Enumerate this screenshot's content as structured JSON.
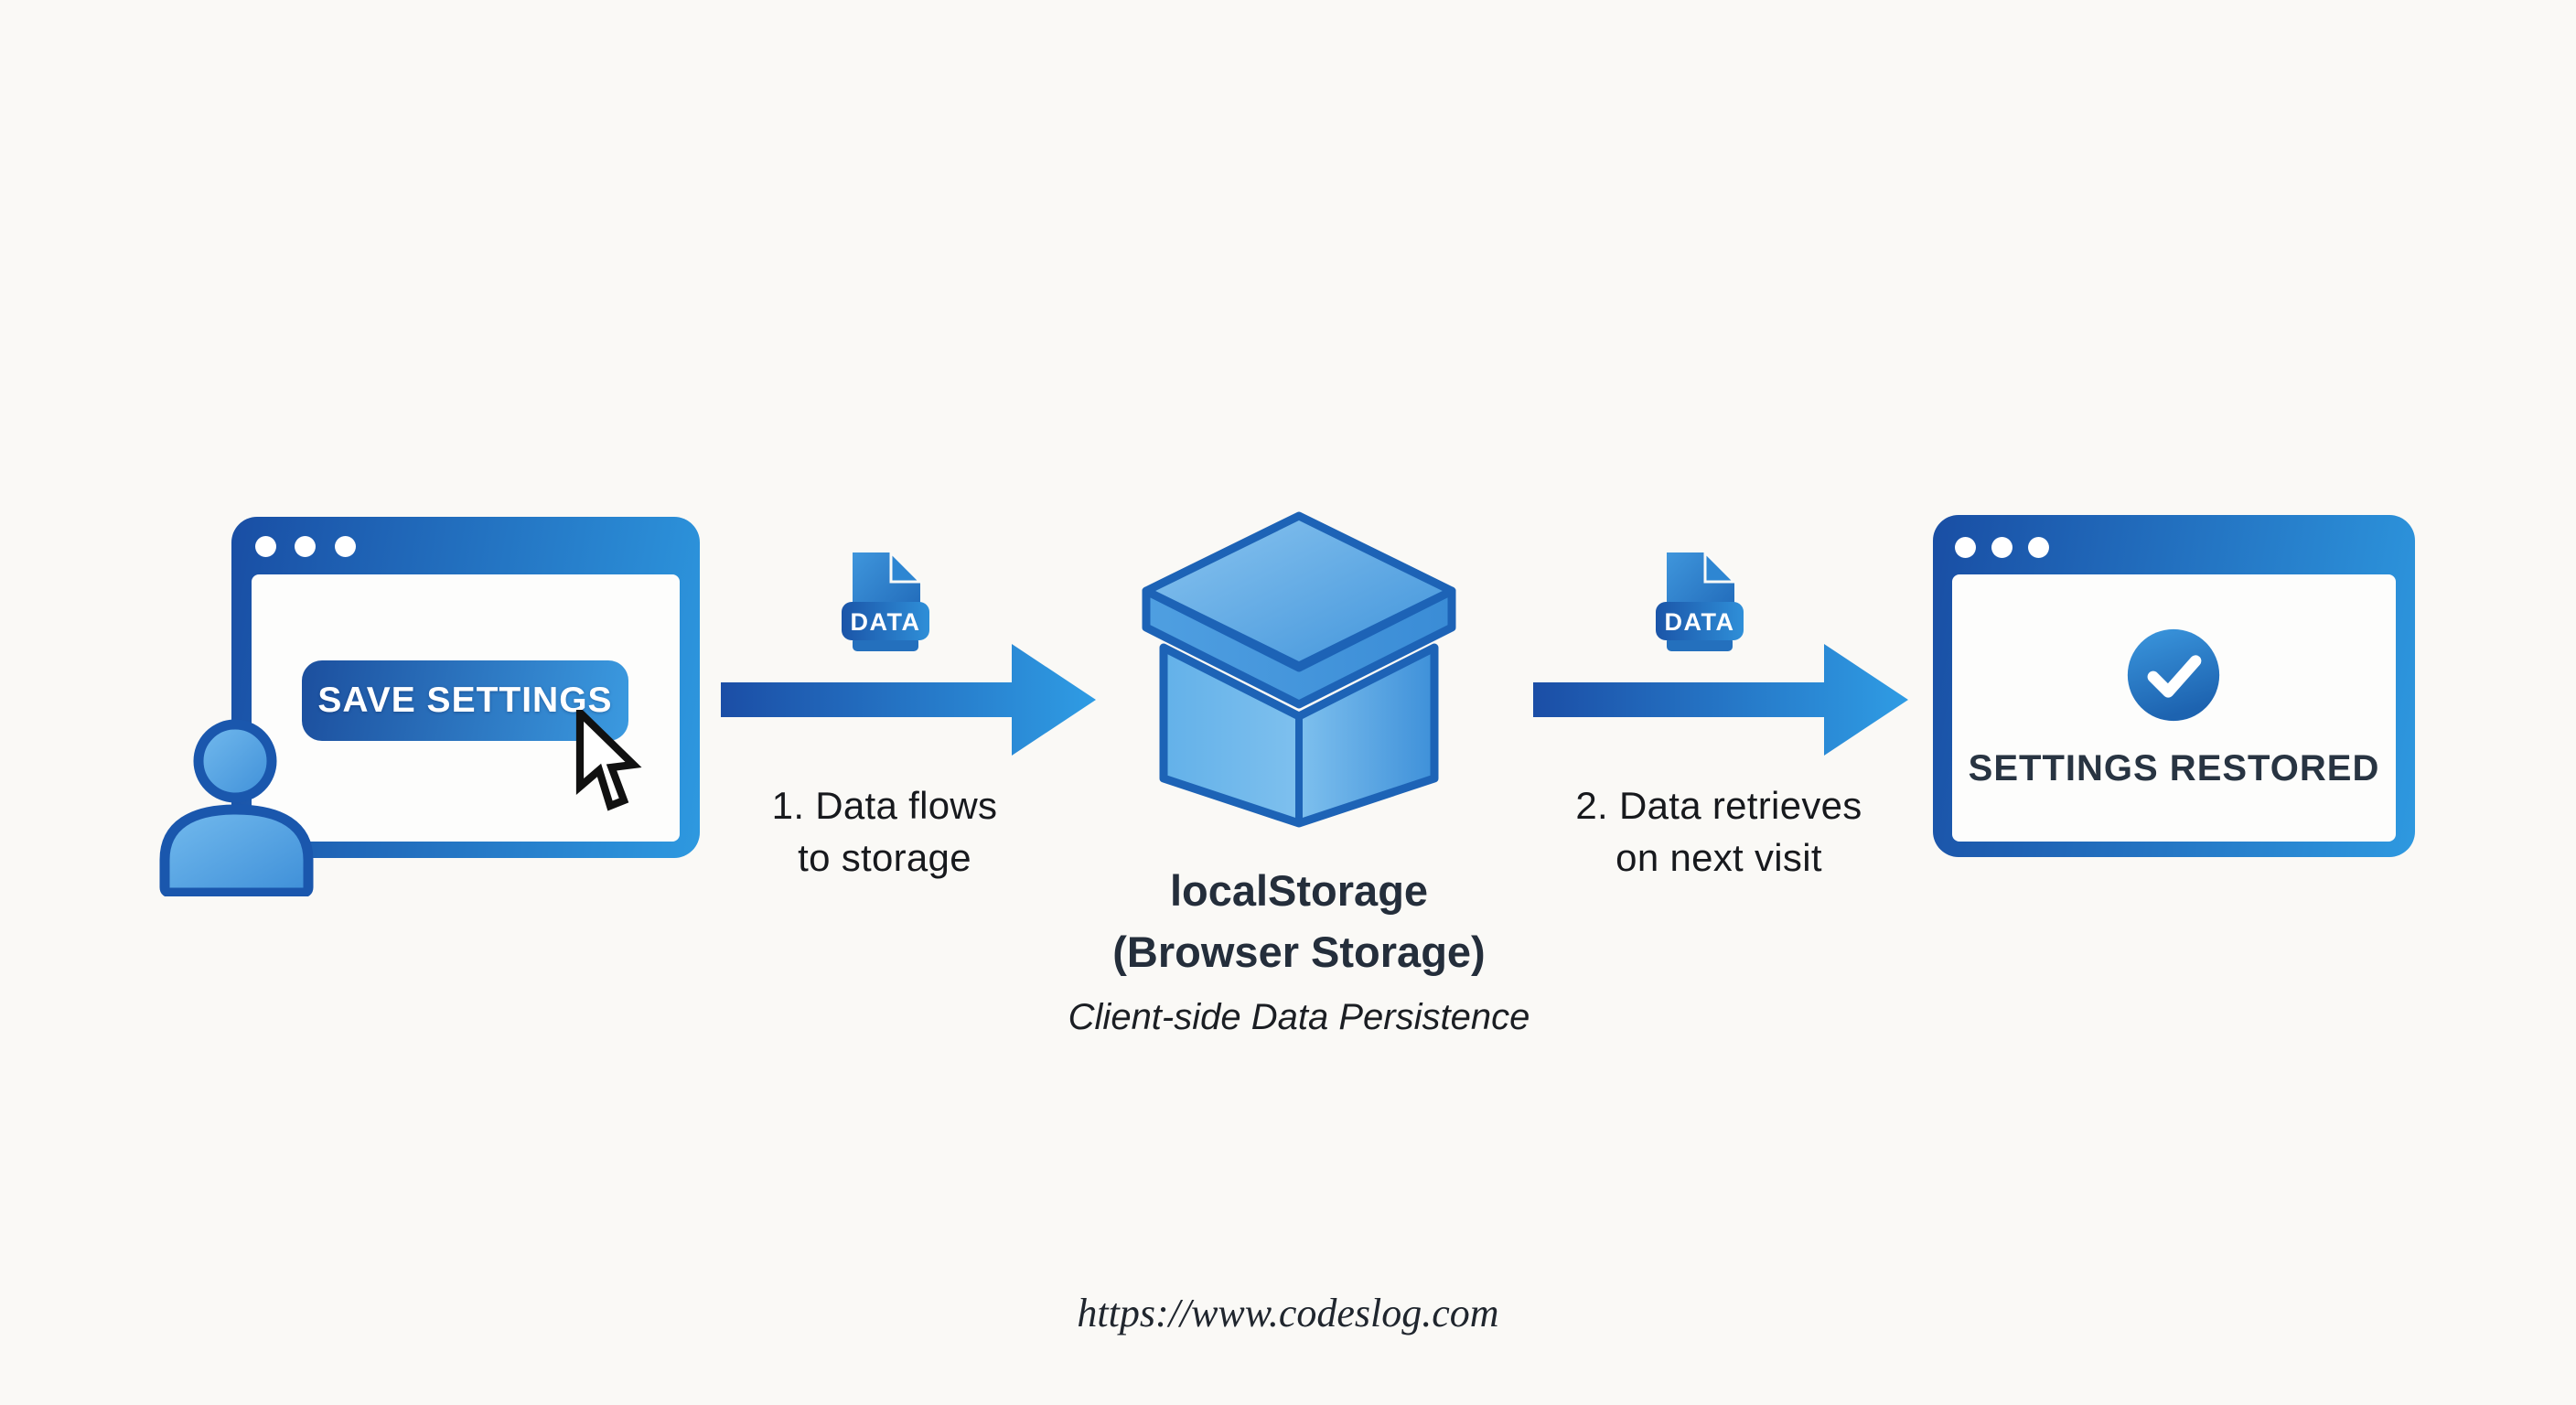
{
  "page": {
    "background": "#faf9f6",
    "accent_dark": "#194ea4",
    "accent_light": "#2f9ce4",
    "outline_blue": "#1d63b6"
  },
  "before_window": {
    "button_label": "SAVE SETTINGS"
  },
  "flow_step_1": {
    "badge": "DATA",
    "label": "1. Data flows\nto storage"
  },
  "storage": {
    "title": "localStorage",
    "subtitle": "(Browser Storage)",
    "caption": "Client-side Data Persistence"
  },
  "flow_step_2": {
    "badge": "DATA",
    "label": "2. Data retrieves\non next visit"
  },
  "after_window": {
    "status_label": "SETTINGS RESTORED"
  },
  "footer": {
    "url": "https://www.codeslog.com"
  }
}
